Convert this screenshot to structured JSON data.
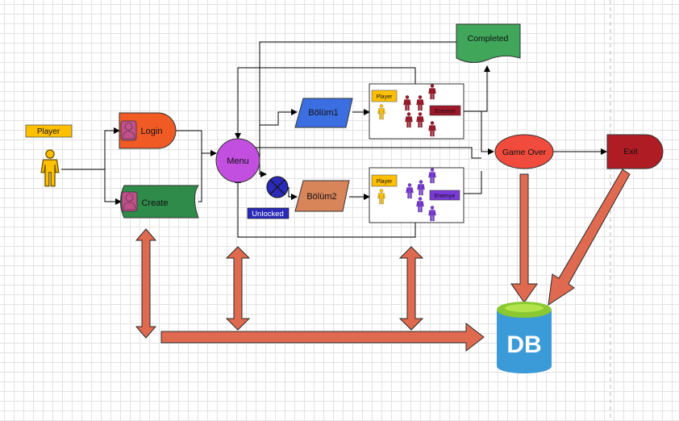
{
  "nodes": {
    "player": "Player",
    "login": "Login",
    "create": "Create",
    "menu": "Menu",
    "unlocked": "Unlocked",
    "bolum1": "Bölüm1",
    "bolum2": "Bölüm2",
    "completed": "Completed",
    "game_over": "Game Over",
    "exit": "Exit",
    "db": "DB"
  },
  "level1_box": {
    "player_tag": "Player",
    "enemy_tag": "Enemye"
  },
  "level2_box": {
    "player_tag": "Player",
    "enemy_tag": "Enemye"
  },
  "colors": {
    "player_label": "#ffc000",
    "player_figure": "#ffc000",
    "login": "#f05a24",
    "create": "#2e8b4a",
    "user_icon": "#c2508a",
    "menu": "#c24fe0",
    "unlocked": "#2b2ab8",
    "bolum1": "#3b6ee0",
    "bolum2": "#d8855a",
    "completed": "#3fa65a",
    "game_over": "#f04b3c",
    "exit": "#b01c24",
    "enemy_level1": "#a0182a",
    "enemy_level2": "#7a3ad8",
    "big_arrow": "#e06a50",
    "db_body": "#3b9ad8",
    "db_top": "#8ac832"
  },
  "icons": {
    "player": "person-icon",
    "login": "user-icon",
    "create": "user-icon",
    "unlocked": "x-circle-icon",
    "db": "database-icon"
  }
}
